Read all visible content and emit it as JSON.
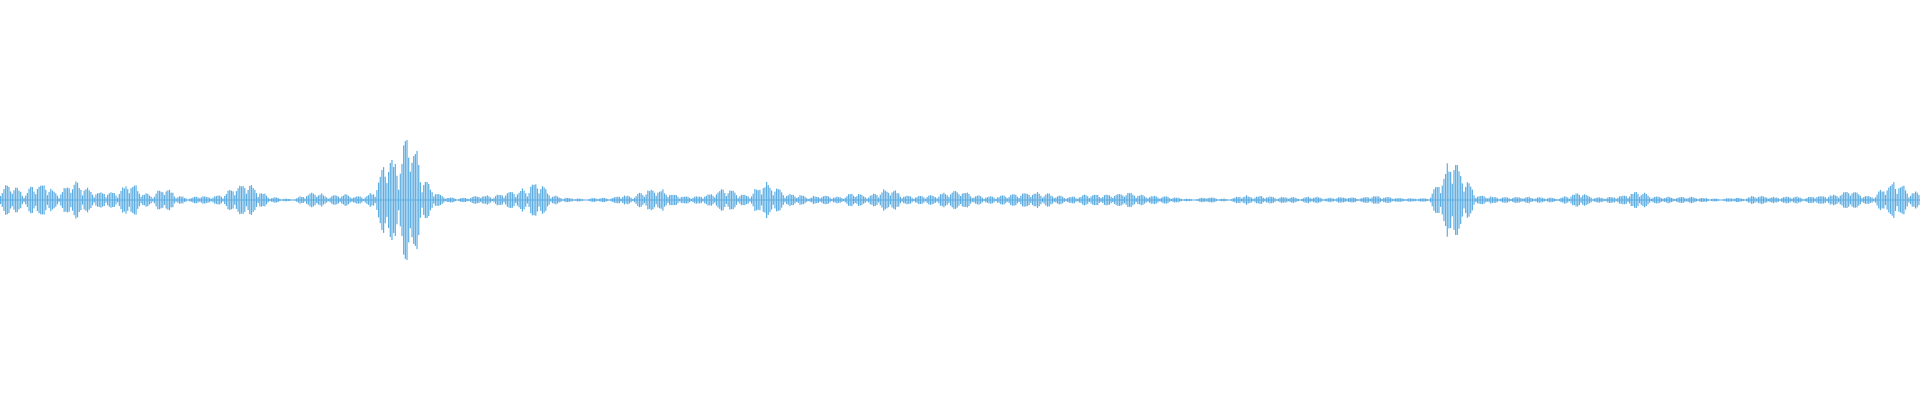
{
  "waveform": {
    "color": "#5dade2",
    "background": "#ffffff",
    "amplitude_envelope": [
      0.13,
      0.19,
      0.07,
      0.2,
      0.17,
      0.07,
      0.22,
      0.18,
      0.09,
      0.11,
      0.08,
      0.23,
      0.1,
      0.05,
      0.16,
      0.06,
      0.02,
      0.05,
      0.04,
      0.06,
      0.17,
      0.2,
      0.12,
      0.04,
      0.02,
      0.01,
      0.06,
      0.1,
      0.04,
      0.07,
      0.05,
      0.04,
      0.1,
      0.53,
      0.41,
      0.86,
      0.28,
      0.11,
      0.04,
      0.02,
      0.03,
      0.06,
      0.04,
      0.08,
      0.11,
      0.14,
      0.21,
      0.06,
      0.03,
      0.02,
      0.01,
      0.03,
      0.02,
      0.06,
      0.04,
      0.11,
      0.15,
      0.09,
      0.05,
      0.04,
      0.05,
      0.09,
      0.14,
      0.07,
      0.06,
      0.2,
      0.18,
      0.07,
      0.07,
      0.03,
      0.06,
      0.04,
      0.04,
      0.09,
      0.04,
      0.1,
      0.14,
      0.06,
      0.04,
      0.05,
      0.06,
      0.1,
      0.12,
      0.06,
      0.04,
      0.04,
      0.06,
      0.07,
      0.09,
      0.08,
      0.06,
      0.04,
      0.04,
      0.07,
      0.06,
      0.06,
      0.1,
      0.07,
      0.05,
      0.04,
      0.04,
      0.02,
      0.01,
      0.04,
      0.02,
      0.01,
      0.06,
      0.04,
      0.05,
      0.03,
      0.04,
      0.02,
      0.05,
      0.02,
      0.03,
      0.04,
      0.02,
      0.05,
      0.04,
      0.03,
      0.02,
      0.02,
      0.02,
      0.25,
      0.53,
      0.32,
      0.06,
      0.05,
      0.03,
      0.03,
      0.04,
      0.03,
      0.03,
      0.02,
      0.05,
      0.1,
      0.03,
      0.03,
      0.04,
      0.07,
      0.11,
      0.04,
      0.04,
      0.03,
      0.04,
      0.03,
      0.02,
      0.01,
      0.03,
      0.02,
      0.06,
      0.04,
      0.03,
      0.05,
      0.02,
      0.05,
      0.05,
      0.07,
      0.13,
      0.06,
      0.04,
      0.16,
      0.24,
      0.09
    ]
  }
}
